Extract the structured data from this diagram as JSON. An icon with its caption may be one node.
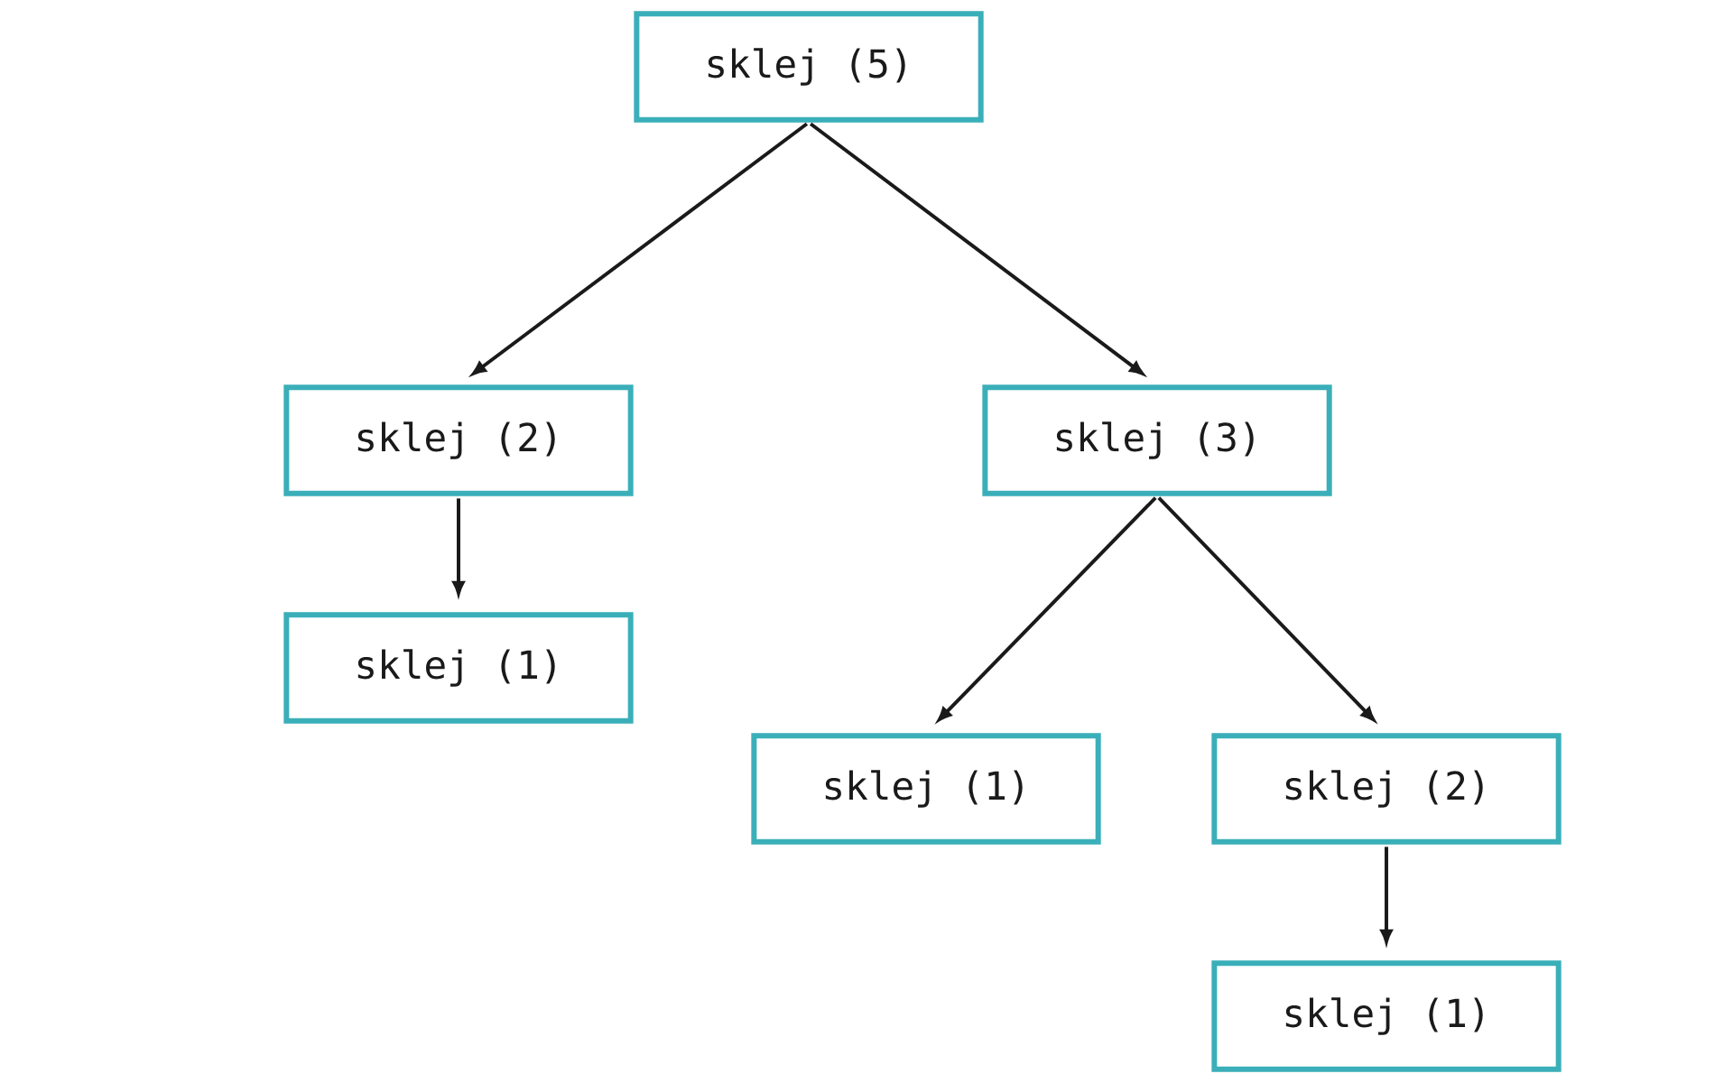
{
  "diagram": {
    "nodes": [
      {
        "text": [
          "sklej (5)"
        ]
      },
      {
        "text": [
          "sklej (2)"
        ]
      },
      {
        "text": [
          "sklej (3)"
        ]
      },
      {
        "text": [
          "sklej (1)"
        ]
      },
      {
        "text": [
          "sklej (1)"
        ]
      },
      {
        "text": [
          "sklej (2)"
        ]
      },
      {
        "text": [
          "sklej (1)"
        ]
      }
    ],
    "edges": [
      {
        "from": 0,
        "to": 1,
        "arrow": "to"
      },
      {
        "from": 0,
        "to": 2,
        "arrow": "to"
      },
      {
        "from": 1,
        "to": 3,
        "arrow": "to"
      },
      {
        "from": 2,
        "to": 4,
        "arrow": "to"
      },
      {
        "from": 2,
        "to": 5,
        "arrow": "to"
      },
      {
        "from": 5,
        "to": 6,
        "arrow": "to"
      }
    ]
  }
}
